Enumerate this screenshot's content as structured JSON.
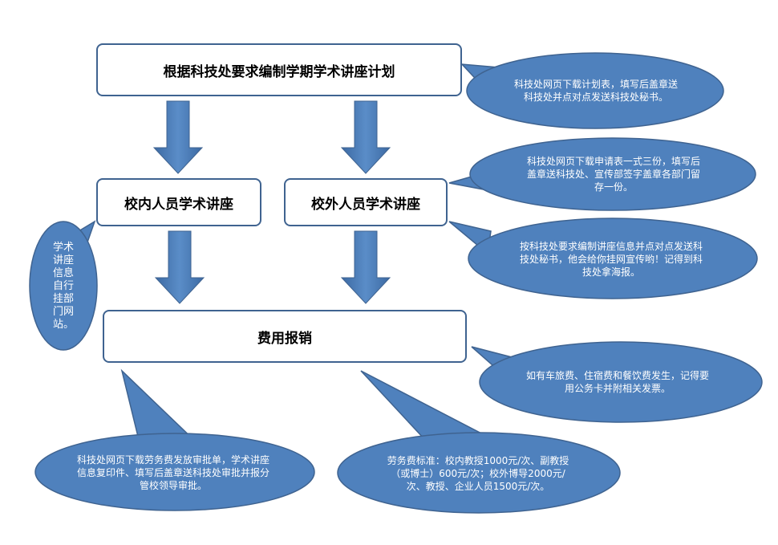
{
  "colors": {
    "accent": "#4f81bd",
    "border": "#3f6390"
  },
  "boxes": {
    "plan": "根据科技处要求编制学期学术讲座计划",
    "internal": "校内人员学术讲座",
    "external": "校外人员学术讲座",
    "reimburse": "费用报销"
  },
  "notes": {
    "plan_note": "科技处网页下载计划表，填写后盖章送科技处并点对点发送科技处秘书。",
    "external_note": "科技处网页下载申请表一式三份，填写后盖章送科技处、宣传部签字盖章各部门留存一份。",
    "poster_note": "按科技处要求编制讲座信息并点对点发送科技处秘书，他会给你挂网宣传哟！记得到科技处拿海报。",
    "internal_note": "学术讲座信息自行挂部门网站。",
    "travel_note": "如有车旅费、住宿费和餐饮费发生，记得要用公务卡并附相关发票。",
    "fee_form_note": "科技处网页下载劳务费发放审批单，学术讲座信息复印件、填写后盖章送科技处审批并报分管校领导审批。",
    "fee_standard_note": "劳务费标准：校内教授1000元/次、副教授（或博士）600元/次；校外博导2000元/次、教授、企业人员1500元/次。"
  }
}
